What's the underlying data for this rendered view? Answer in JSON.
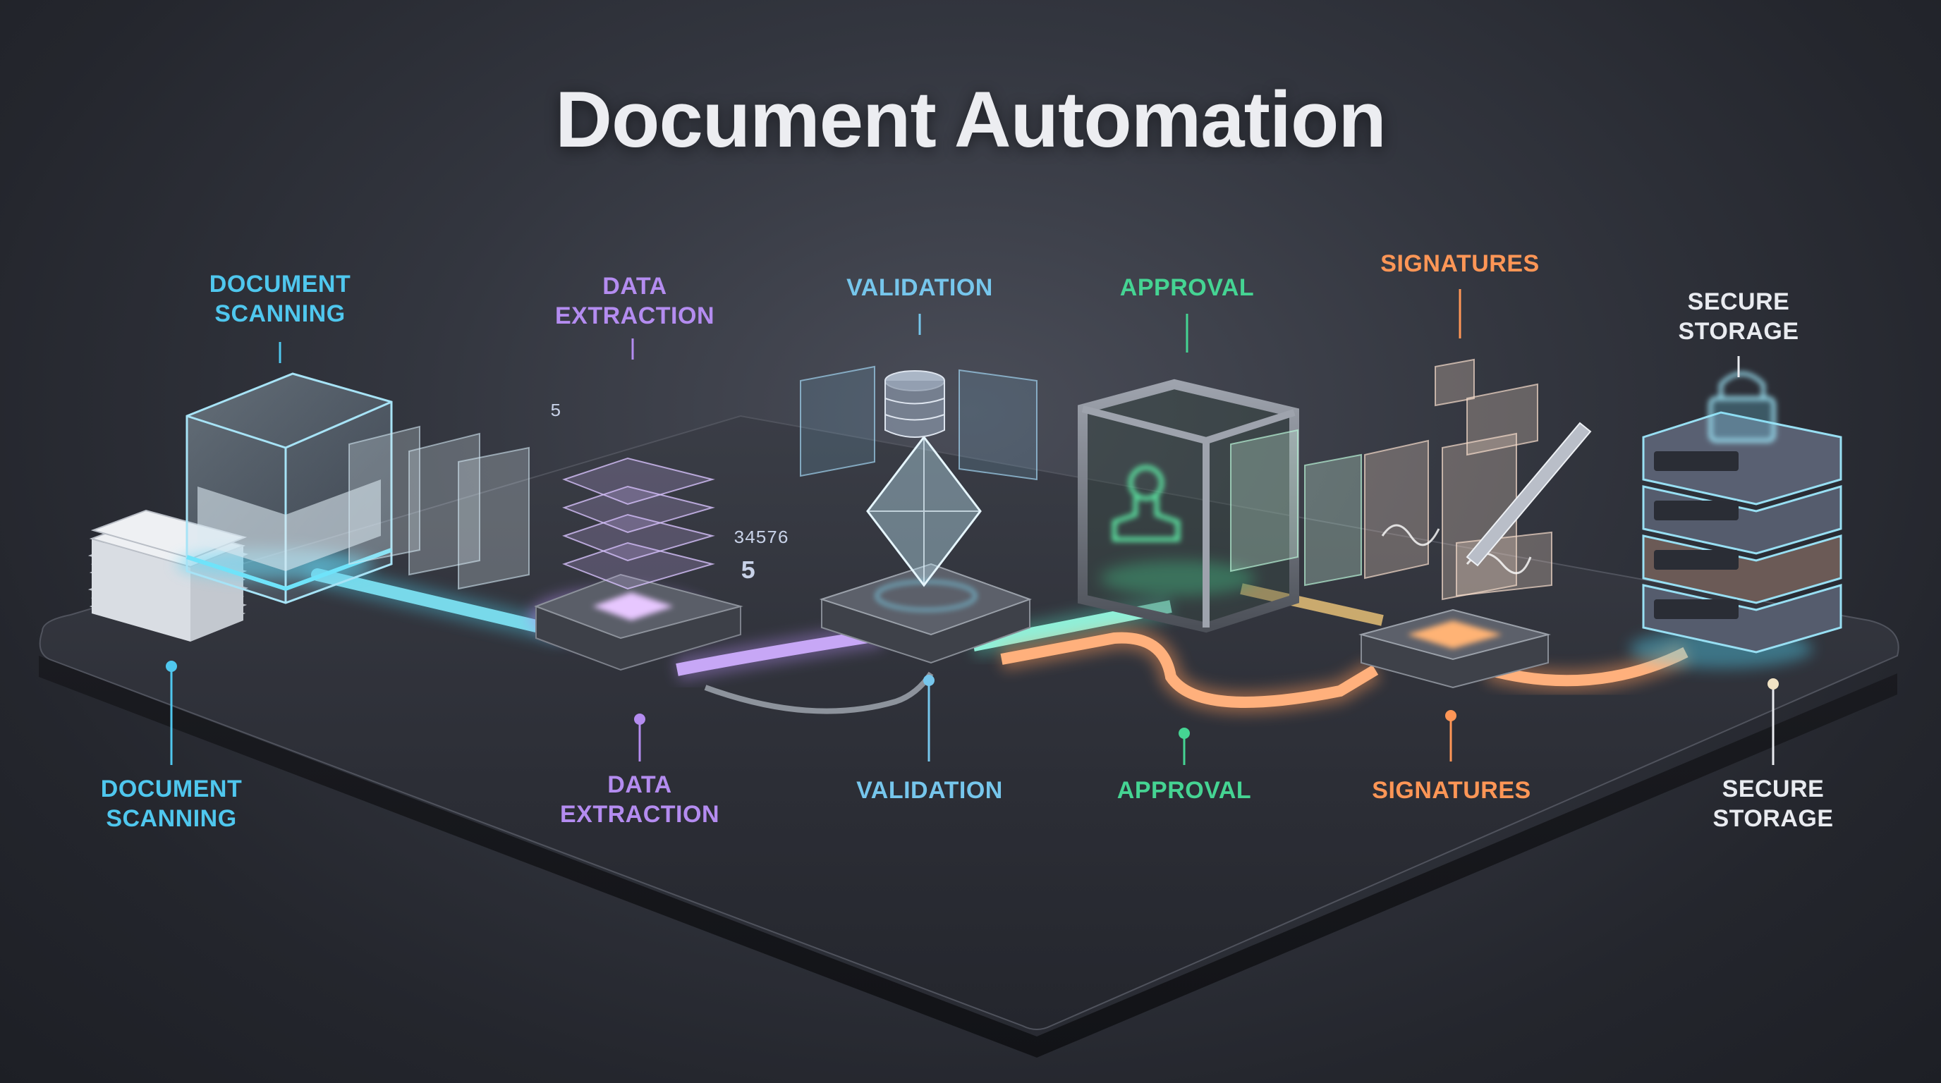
{
  "title": "Document Automation",
  "steps": [
    {
      "top": [
        "DOCUMENT",
        "SCANNING"
      ],
      "bottom": [
        "DOCUMENT",
        "SCANNING"
      ],
      "color": "#4fc7ee"
    },
    {
      "top": [
        "DATA",
        "EXTRACTION"
      ],
      "bottom": [
        "DATA",
        "EXTRACTION"
      ],
      "color": "#b48cf0"
    },
    {
      "top": [
        "VALIDATION"
      ],
      "bottom": [
        "VALIDATION"
      ],
      "color": "#76c6ec"
    },
    {
      "top": [
        "APPROVAL"
      ],
      "bottom": [
        "APPROVAL"
      ],
      "color": "#45d493"
    },
    {
      "top": [
        "SIGNATURES"
      ],
      "bottom": [
        "SIGNATURES"
      ],
      "color": "#ff9656"
    },
    {
      "top": [
        "SECURE",
        "STORAGE"
      ],
      "bottom": [
        "SECURE",
        "STORAGE"
      ],
      "color": "#e9ebf0"
    }
  ],
  "floating_numbers": [
    "5",
    "34576",
    "5"
  ],
  "icons": [
    "paper-stack-icon",
    "scanner-icon",
    "processor-chip-icon",
    "database-icon",
    "crystal-icon",
    "approval-stamp-icon",
    "pen-icon",
    "signature-icon",
    "padlock-icon",
    "server-rack-icon"
  ]
}
